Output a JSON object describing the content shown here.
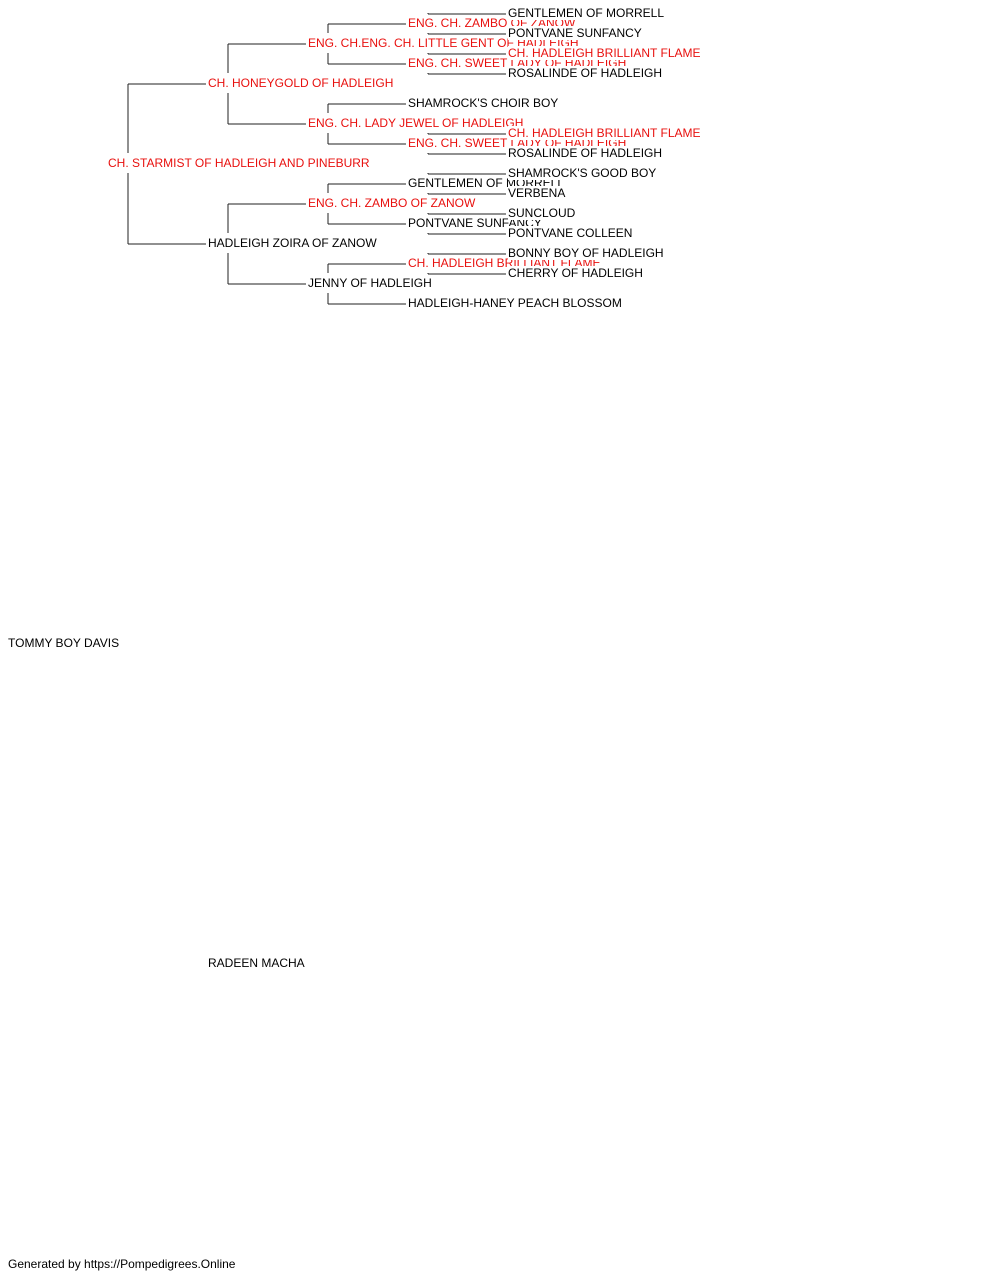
{
  "colors": {
    "champion": "#e8100e",
    "normal": "#000000",
    "connector": "#222222",
    "background": "#ffffff"
  },
  "pedigree": {
    "subject": {
      "name": "TOMMY BOY DAVIS",
      "champion": false
    },
    "sire": {
      "name": "CH. STARMIST OF HADLEIGH AND PINEBURR",
      "champion": true,
      "sire": {
        "name": "CH. HONEYGOLD OF HADLEIGH",
        "champion": true,
        "sire": {
          "name": "ENG. CH.ENG. CH. LITTLE GENT OF HADLEIGH",
          "champion": true,
          "sire": {
            "name": "ENG. CH. ZAMBO OF ZANOW",
            "champion": true,
            "sire": {
              "name": "GENTLEMEN OF MORRELL",
              "champion": false
            },
            "dam": {
              "name": "PONTVANE SUNFANCY",
              "champion": false
            }
          },
          "dam": {
            "name": "ENG. CH. SWEET LADY OF HADLEIGH",
            "champion": true,
            "sire": {
              "name": "CH. HADLEIGH BRILLIANT FLAME",
              "champion": true
            },
            "dam": {
              "name": "ROSALINDE OF HADLEIGH",
              "champion": false
            }
          }
        },
        "dam": {
          "name": "ENG. CH. LADY JEWEL OF HADLEIGH",
          "champion": true,
          "sire": {
            "name": "SHAMROCK'S CHOIR BOY",
            "champion": false
          },
          "dam": {
            "name": "ENG. CH. SWEET LADY OF HADLEIGH",
            "champion": true,
            "sire": {
              "name": "CH. HADLEIGH BRILLIANT FLAME",
              "champion": true
            },
            "dam": {
              "name": "ROSALINDE OF HADLEIGH",
              "champion": false
            }
          }
        }
      },
      "dam": {
        "name": "HADLEIGH ZOIRA OF ZANOW",
        "champion": false,
        "sire": {
          "name": "ENG. CH. ZAMBO OF ZANOW",
          "champion": true,
          "sire": {
            "name": "GENTLEMEN OF MORRELL",
            "champion": false,
            "sire": {
              "name": "SHAMROCK'S GOOD BOY",
              "champion": false
            },
            "dam": {
              "name": "VERBENA",
              "champion": false
            }
          },
          "dam": {
            "name": "PONTVANE SUNFANCY",
            "champion": false,
            "sire": {
              "name": "SUNCLOUD",
              "champion": false
            },
            "dam": {
              "name": "PONTVANE COLLEEN",
              "champion": false
            }
          }
        },
        "dam": {
          "name": "JENNY OF HADLEIGH",
          "champion": false,
          "sire": {
            "name": "CH. HADLEIGH BRILLIANT FLAME",
            "champion": true,
            "sire": {
              "name": "BONNY BOY OF HADLEIGH",
              "champion": false
            },
            "dam": {
              "name": "CHERRY OF HADLEIGH",
              "champion": false
            }
          },
          "dam": {
            "name": "HADLEIGH-HANEY PEACH BLOSSOM",
            "champion": false
          }
        }
      }
    },
    "dam": {
      "name": "RADEEN MACHA",
      "champion": false
    }
  },
  "footer": {
    "text": "Generated by https://Pompedigrees.Online"
  }
}
